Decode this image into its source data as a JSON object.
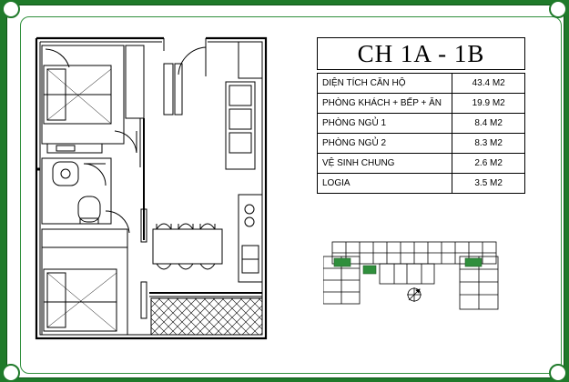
{
  "title": "CH 1A - 1B",
  "areas": [
    {
      "name": "DIỆN TÍCH CĂN HỘ",
      "value": "43.4 M2"
    },
    {
      "name": "PHÒNG KHÁCH + BẾP + ĂN",
      "value": "19.9 M2"
    },
    {
      "name": "PHÒNG NGỦ 1",
      "value": "8.4 M2"
    },
    {
      "name": "PHÒNG NGỦ 2",
      "value": "8.3 M2"
    },
    {
      "name": "VỆ SINH CHUNG",
      "value": "2.6 M2"
    },
    {
      "name": "LOGIA",
      "value": "3.5 M2"
    }
  ],
  "colors": {
    "frame": "#1f7a2a",
    "keyplan_highlight": "#2f8f3c",
    "line": "#000000"
  }
}
